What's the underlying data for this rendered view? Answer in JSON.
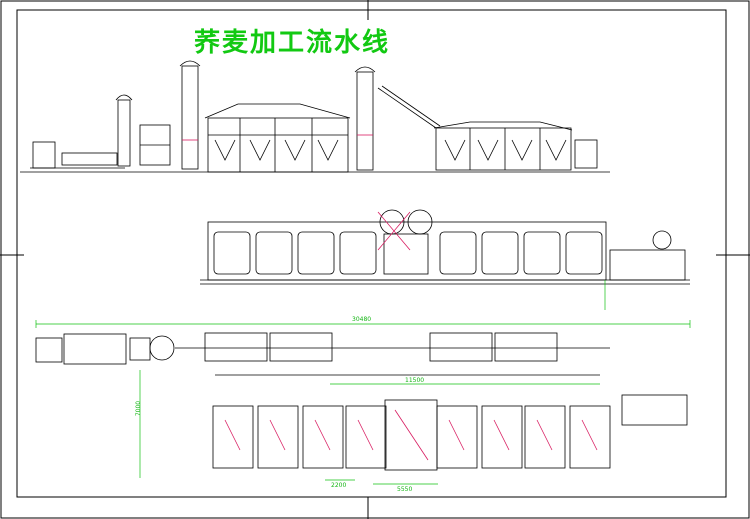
{
  "title": "荞麦加工流水线",
  "colors": {
    "equipment": "#000000",
    "leader": "#10c010",
    "accent": "#d81b60",
    "frame": "#000000",
    "background": "#ffffff"
  },
  "dimensions": {
    "overall_length": "30480",
    "bay_length": "11500",
    "width": "7000",
    "offset": "2200",
    "gap": "5550"
  }
}
